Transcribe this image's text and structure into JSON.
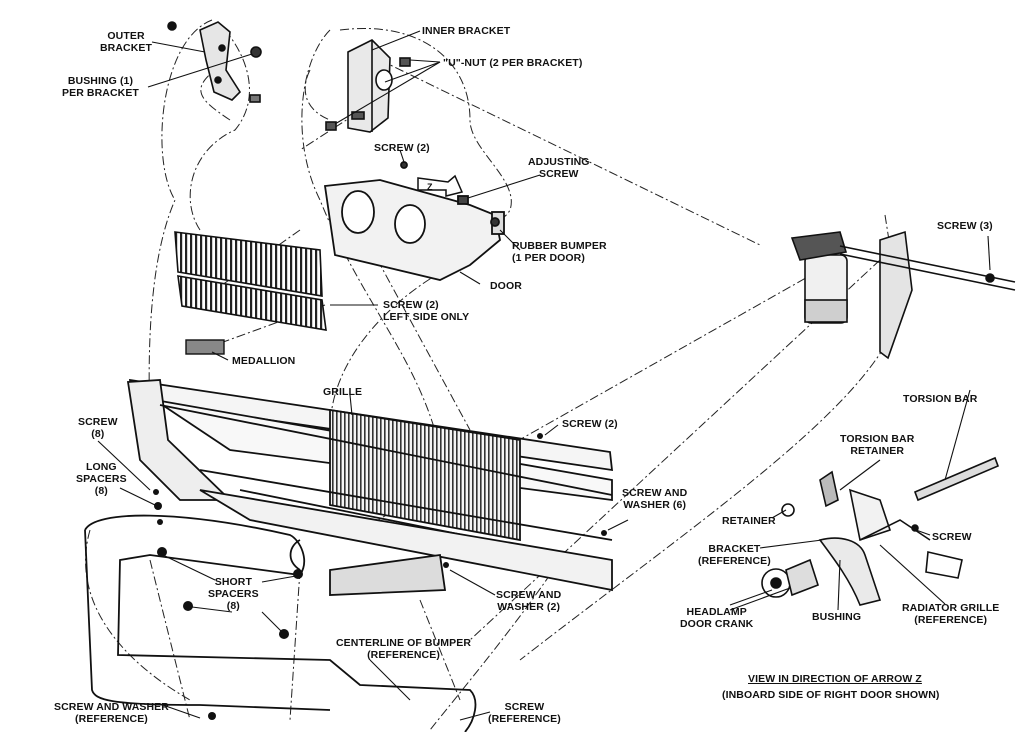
{
  "labels": {
    "outer_bracket": [
      "OUTER",
      "BRACKET"
    ],
    "bushing": [
      "BUSHING (1)",
      "PER BRACKET"
    ],
    "inner_bracket": "INNER BRACKET",
    "u_nut": "\"U\"-NUT (2 PER BRACKET)",
    "screw_2_top": [
      "SCREW (2)"
    ],
    "adjusting_screw": [
      "ADJUSTING",
      "SCREW"
    ],
    "arrow_z_tag": "Z",
    "rubber_bumper": [
      "RUBBER BUMPER",
      "(1 PER DOOR)"
    ],
    "door": "DOOR",
    "screw_left_side": [
      "SCREW (2)",
      "LEFT SIDE ONLY"
    ],
    "medallion": "MEDALLION",
    "screw_3": "SCREW (3)",
    "grille": "GRILLE",
    "screw_8": [
      "SCREW",
      "(8)"
    ],
    "long_spacers": [
      "LONG",
      "SPACERS",
      "(8)"
    ],
    "screw_2_grille": "SCREW (2)",
    "torsion_bar": "TORSION BAR",
    "torsion_bar_retainer": [
      "TORSION BAR",
      "RETAINER"
    ],
    "screw_and_washer_6": [
      "SCREW AND",
      "WASHER (6)"
    ],
    "retainer": "RETAINER",
    "screw_right": "SCREW",
    "bracket_reference": [
      "BRACKET",
      "(REFERENCE)"
    ],
    "short_spacers": [
      "SHORT",
      "SPACERS",
      "(8)"
    ],
    "screw_and_washer_2": [
      "SCREW AND",
      "WASHER (2)"
    ],
    "headlamp_door_crank": [
      "HEADLAMP",
      "DOOR CRANK"
    ],
    "bushing_right": "BUSHING",
    "radiator_grille": [
      "RADIATOR GRILLE",
      "(REFERENCE)"
    ],
    "centerline_bumper": [
      "CENTERLINE OF BUMPER",
      "(REFERENCE)"
    ],
    "view_title": "VIEW IN DIRECTION OF ARROW Z",
    "view_subtitle": "(INBOARD SIDE OF RIGHT DOOR SHOWN)",
    "screw_washer_reference": [
      "SCREW AND WASHER",
      "(REFERENCE)"
    ],
    "screw_reference": [
      "SCREW",
      "(REFERENCE)"
    ]
  }
}
